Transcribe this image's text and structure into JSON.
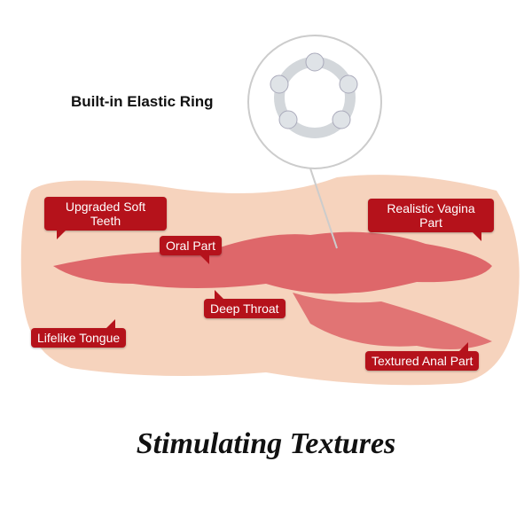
{
  "ring_label": "Built-in Elastic Ring",
  "callouts": {
    "teeth": "Upgraded Soft Teeth",
    "oral": "Oral Part",
    "throat": "Deep Throat",
    "vagina": "Realistic Vagina Part",
    "tongue": "Lifelike Tongue",
    "anal": "Textured Anal Part"
  },
  "title": "Stimulating Textures",
  "colors": {
    "label_bg": "#b5121b",
    "body": "#f6d3bd",
    "interior": "#d9545c"
  }
}
